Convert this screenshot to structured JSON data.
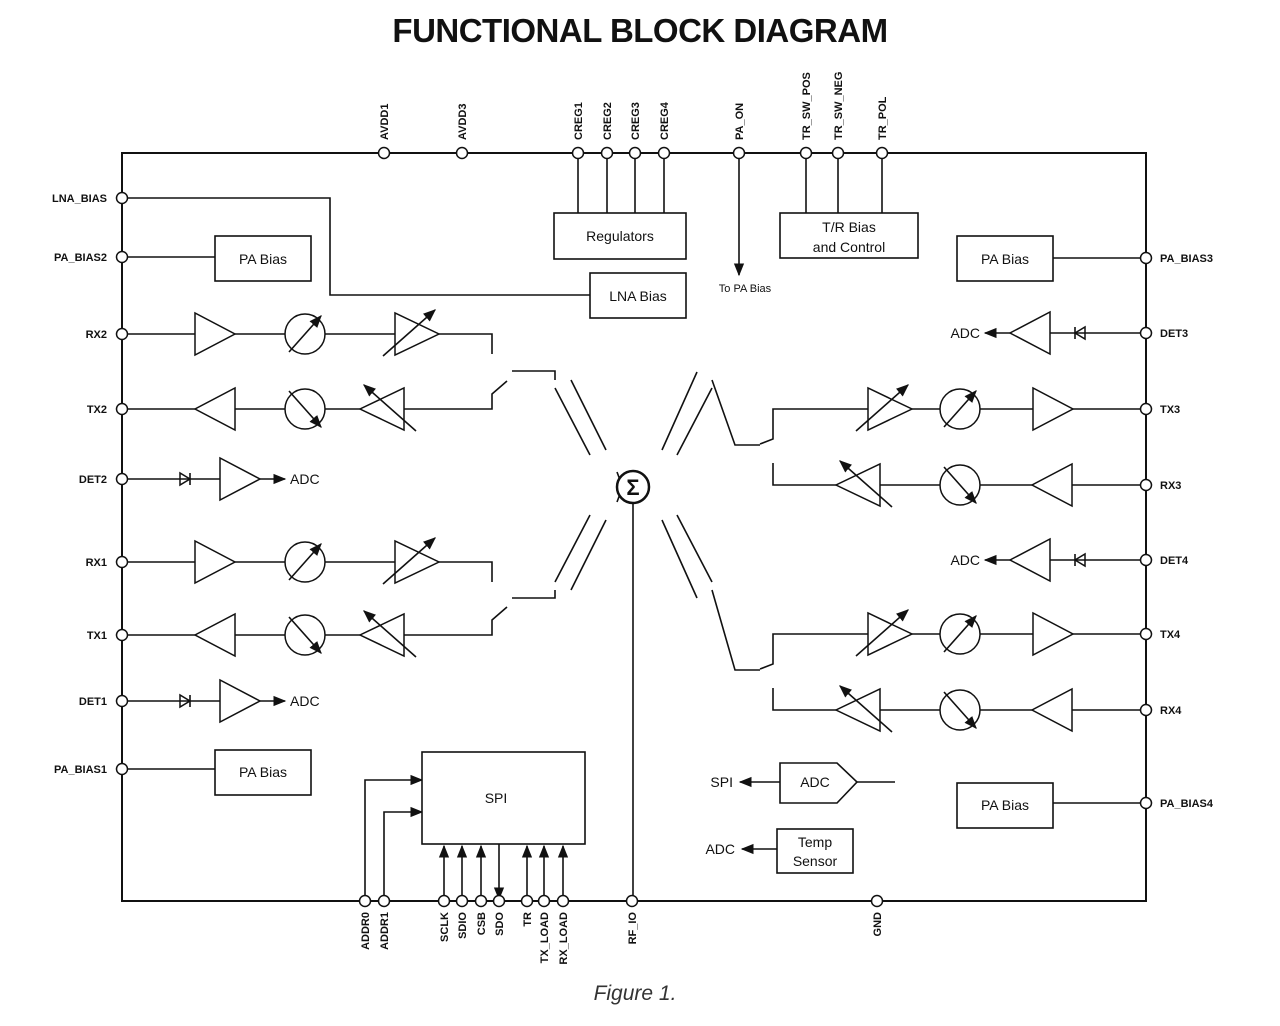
{
  "diagram": {
    "title": "FUNCTIONAL BLOCK DIAGRAM",
    "caption": "Figure 1.",
    "top_pins": [
      "AVDD1",
      "AVDD3",
      "CREG1",
      "CREG2",
      "CREG3",
      "CREG4",
      "PA_ON",
      "TR_SW_POS",
      "TR_SW_NEG",
      "TR_POL"
    ],
    "left_pins": [
      "LNA_BIAS",
      "PA_BIAS2",
      "RX2",
      "TX2",
      "DET2",
      "RX1",
      "TX1",
      "DET1",
      "PA_BIAS1"
    ],
    "right_pins": [
      "PA_BIAS3",
      "DET3",
      "TX3",
      "RX3",
      "DET4",
      "TX4",
      "RX4",
      "PA_BIAS4"
    ],
    "bottom_pins": [
      "ADDR0",
      "ADDR1",
      "SCLK",
      "SDIO",
      "CSB",
      "SDO",
      "TR",
      "TX_LOAD",
      "RX_LOAD",
      "RF_IO",
      "GND"
    ],
    "blocks": {
      "regulators": "Regulators",
      "tr_bias_line1": "T/R Bias",
      "tr_bias_line2": "and Control",
      "lna_bias": "LNA Bias",
      "pa_bias": "PA Bias",
      "spi": "SPI",
      "adc": "ADC",
      "temp_line1": "Temp",
      "temp_line2": "Sensor",
      "sigma": "Σ"
    },
    "labels": {
      "to_pa_bias": "To PA Bias",
      "adc": "ADC",
      "spi": "SPI"
    }
  }
}
